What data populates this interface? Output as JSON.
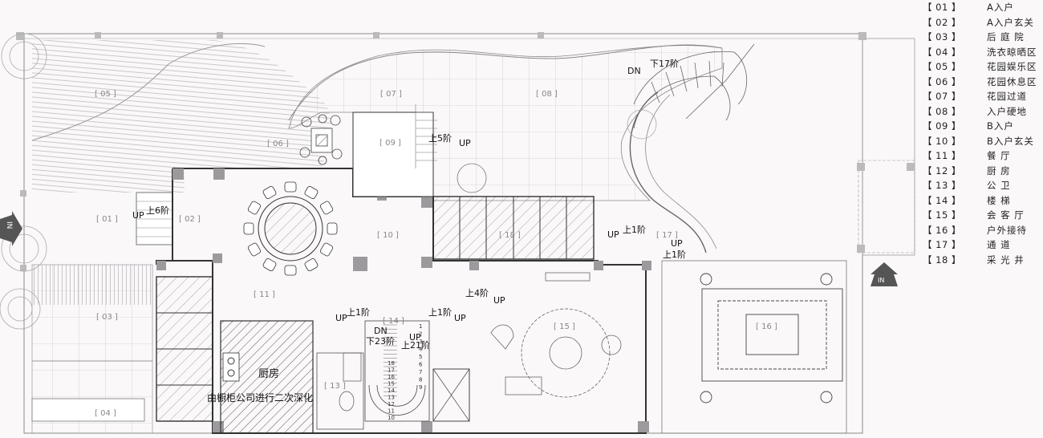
{
  "legend": [
    {
      "num": "【 01 】",
      "name": "A入户"
    },
    {
      "num": "【 02 】",
      "name": "A入户玄关"
    },
    {
      "num": "【 03 】",
      "name": "后 庭 院"
    },
    {
      "num": "【 04 】",
      "name": "洗衣晾晒区"
    },
    {
      "num": "【 05 】",
      "name": "花园娱乐区"
    },
    {
      "num": "【 06 】",
      "name": "花园休息区"
    },
    {
      "num": "【 07 】",
      "name": "花园过道"
    },
    {
      "num": "【 08 】",
      "name": "入户硬地"
    },
    {
      "num": "【 09 】",
      "name": "B入户"
    },
    {
      "num": "【 10 】",
      "name": "B入户玄关"
    },
    {
      "num": "【 11 】",
      "name": "餐    厅"
    },
    {
      "num": "【 12 】",
      "name": "厨    房"
    },
    {
      "num": "【 13 】",
      "name": "公    卫"
    },
    {
      "num": "【 14 】",
      "name": "楼    梯"
    },
    {
      "num": "【 15 】",
      "name": "会 客 厅"
    },
    {
      "num": "【 16 】",
      "name": "户外接待"
    },
    {
      "num": "【 17 】",
      "name": "通    道"
    },
    {
      "num": "【 18 】",
      "name": "采 光 井"
    }
  ],
  "room_tags": {
    "r01": "[ 01 ]",
    "r02": "[ 02 ]",
    "r03": "[ 03 ]",
    "r04": "[ 04 ]",
    "r05": "[ 05 ]",
    "r06": "[ 06 ]",
    "r07": "[ 07 ]",
    "r08": "[ 08 ]",
    "r09": "[ 09 ]",
    "r10": "[ 10 ]",
    "r11": "[ 11 ]",
    "r13": "[ 13 ]",
    "r14": "[ 14 ]",
    "r15": "[ 15 ]",
    "r16": "[ 16 ]",
    "r17": "[ 17 ]",
    "r18": "[ 18 ]"
  },
  "annotations": {
    "up": "UP",
    "dn": "DN",
    "up_6": "上6阶",
    "up_5": "上5阶",
    "down_17": "下17阶",
    "up_1": "上1阶",
    "up_4": "上4阶",
    "down_23": "下23阶",
    "up_21": "上21阶",
    "kitchen": "厨房",
    "kitchen_note": "由橱柜公司进行二次深化",
    "entry_a": "IN",
    "entry_b": "IN"
  },
  "stair_numbers": [
    "1",
    "2",
    "3",
    "4",
    "5",
    "6",
    "7",
    "8",
    "9",
    "10",
    "11",
    "12",
    "13",
    "14",
    "15",
    "16",
    "17",
    "18"
  ]
}
